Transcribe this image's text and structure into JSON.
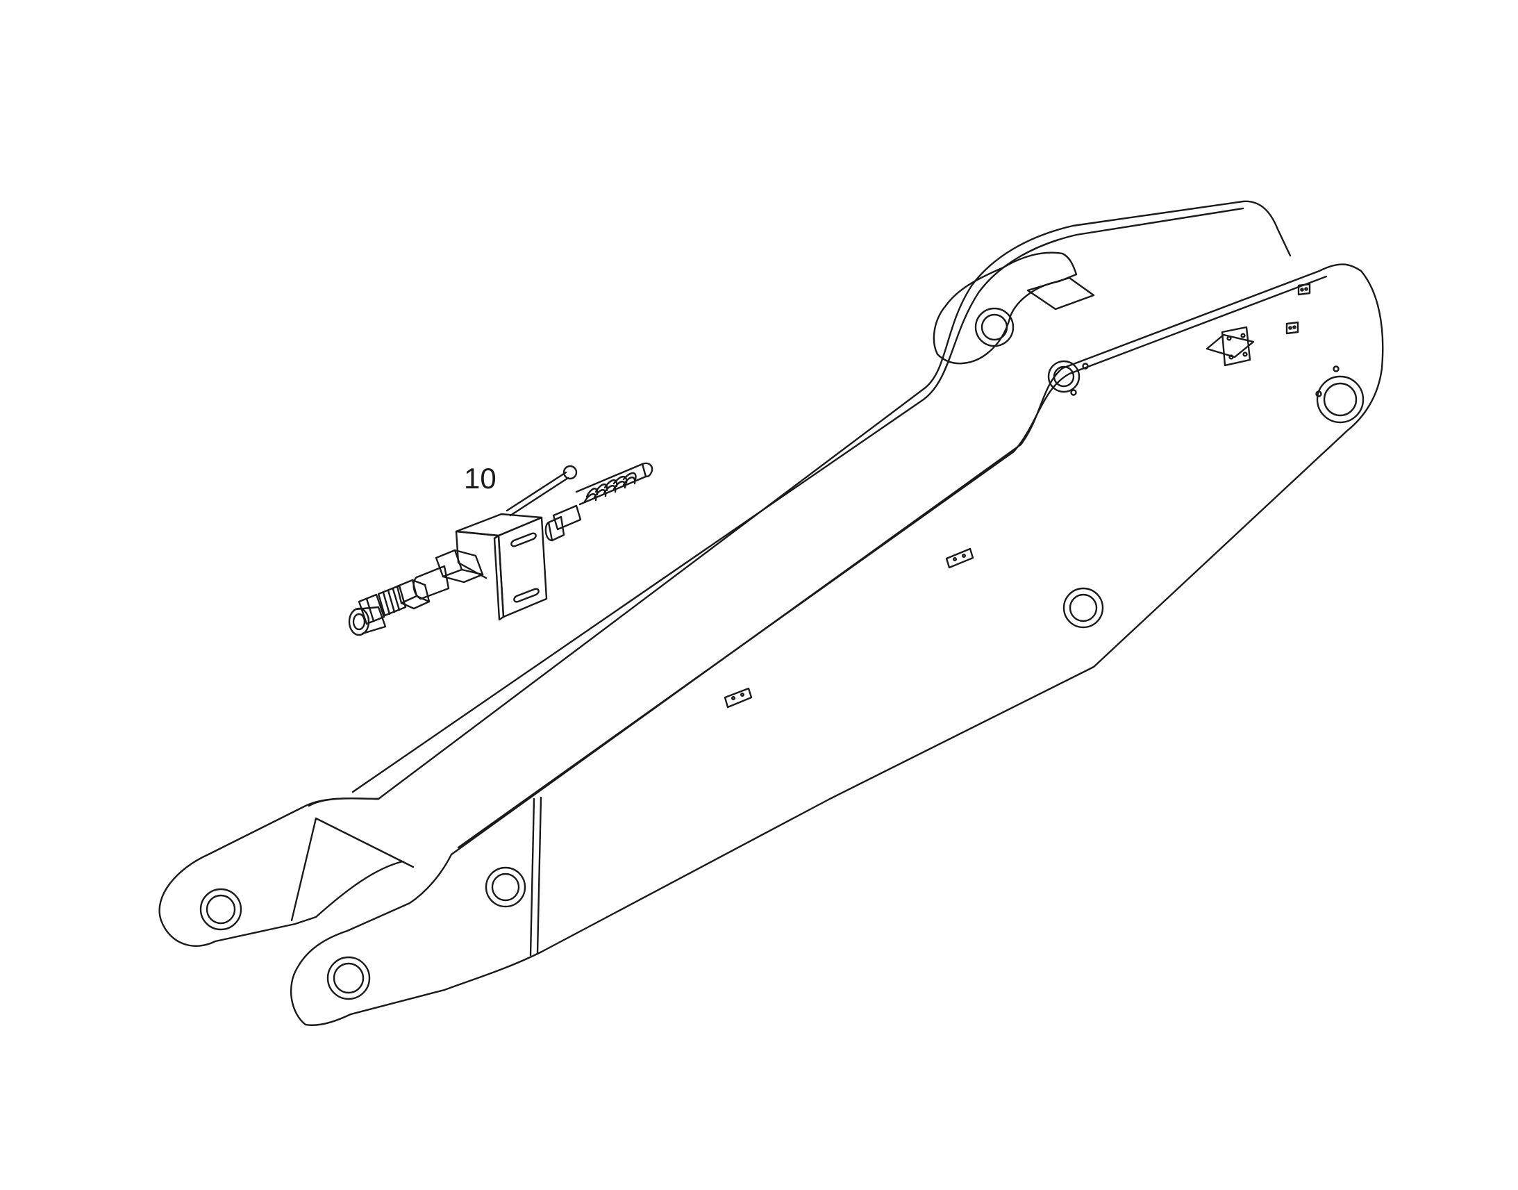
{
  "diagram": {
    "type": "exploded-parts-view",
    "line_color": "#1a1a1a",
    "background": "#ffffff",
    "callouts": [
      {
        "id": "callout-10",
        "label": "10",
        "refers_to": "hydraulic-fitting-assembly"
      }
    ],
    "parts": [
      {
        "name": "boom-arm",
        "description": ""
      },
      {
        "name": "hydraulic-fitting-assembly",
        "description": ""
      }
    ]
  }
}
